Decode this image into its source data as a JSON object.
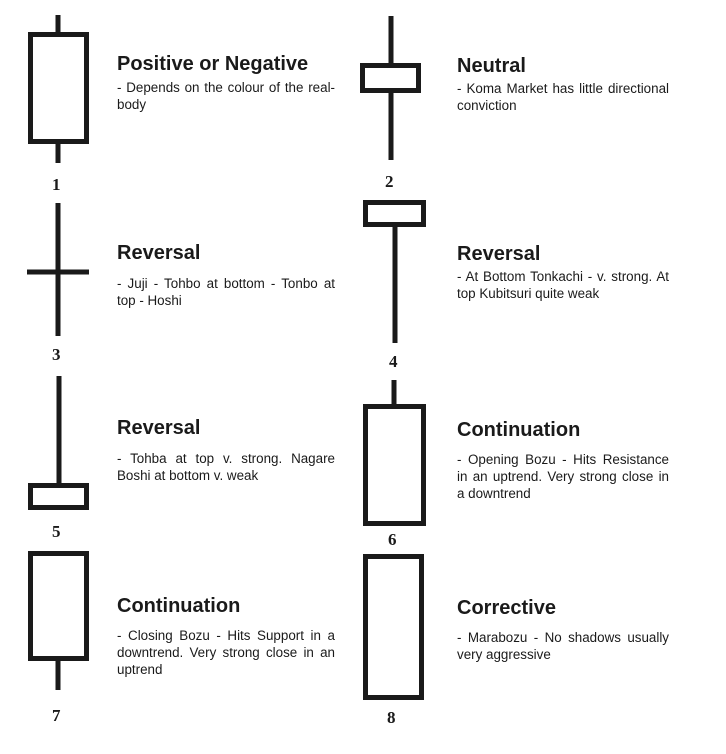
{
  "candles": [
    {
      "number": "1",
      "title": "Positive or Negative",
      "description": "- Depends on the colour of the real-body"
    },
    {
      "number": "2",
      "title": "Neutral",
      "description": "- Koma Market has little directional conviction"
    },
    {
      "number": "3",
      "title": "Reversal",
      "description": "- Juji - Tohbo at bottom - Tonbo at top - Hoshi"
    },
    {
      "number": "4",
      "title": "Reversal",
      "description": "- At Bottom Tonkachi - v. strong. At top Kubitsuri quite weak"
    },
    {
      "number": "5",
      "title": "Reversal",
      "description": "- Tohba at top v. strong. Nagare Boshi at bottom v. weak"
    },
    {
      "number": "6",
      "title": "Continuation",
      "description": "- Opening Bozu - Hits Resistance in an uptrend. Very strong close in a downtrend"
    },
    {
      "number": "7",
      "title": "Continuation",
      "description": "- Closing Bozu - Hits Support in a downtrend. Very strong close in an uptrend"
    },
    {
      "number": "8",
      "title": "Corrective",
      "description": "- Marabozu - No shadows usually very aggressive"
    }
  ]
}
